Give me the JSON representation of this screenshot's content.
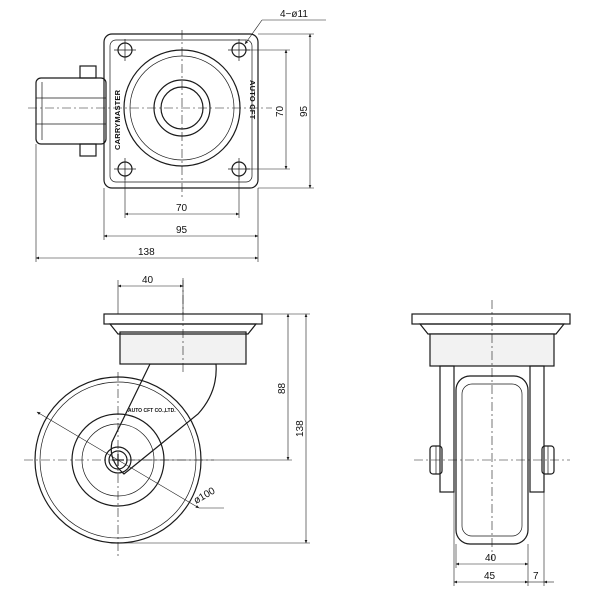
{
  "top_view": {
    "hole_callout": "4−ø11",
    "brand_left": "CARRYMASTER",
    "brand_right": "AUTO CFT",
    "dim_hole_pitch_vertical": "70",
    "dim_plate_vertical": "95",
    "dim_hole_pitch_horizontal": "70",
    "dim_plate_horizontal": "95",
    "dim_overall_length": "138"
  },
  "side_view": {
    "dim_offset": "40",
    "dim_axle_height": "88",
    "dim_overall_height": "138",
    "wheel_diameter": "ø100",
    "fork_marking": "AUTO CFT CO.,LTD."
  },
  "front_view": {
    "dim_wheel_width": "40",
    "dim_fork_width": "45",
    "dim_hub_protrusion": "7"
  },
  "colors": {
    "line": "#1a1a1a",
    "background": "#ffffff"
  }
}
